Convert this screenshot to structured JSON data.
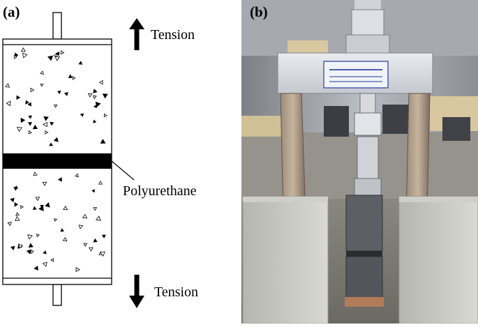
{
  "panel_a": {
    "label": "(a)",
    "tension_top": "Tension",
    "tension_bottom": "Tension",
    "layer_label": "Polyurethane"
  },
  "panel_b": {
    "label": "(b)"
  }
}
